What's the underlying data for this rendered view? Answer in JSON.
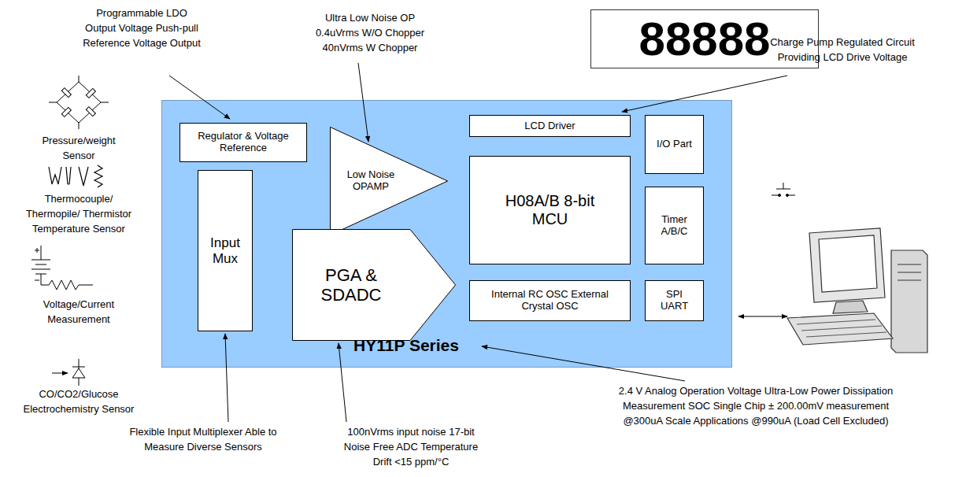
{
  "diagram": {
    "nodes": [
      {
        "text": [
          "88888"
        ]
      },
      {
        "text": [
          "HY11P Series"
        ]
      },
      {
        "text": [
          "Regulator & Voltage Reference"
        ],
        "in": 1
      },
      {
        "text": [
          "Low Noise OPAMP"
        ],
        "in": 1
      },
      {
        "text": [
          "LCD Driver"
        ],
        "in": 1
      },
      {
        "text": [
          "I/O Part"
        ],
        "in": 1
      },
      {
        "text": [
          "Input Mux"
        ],
        "in": 1
      },
      {
        "text": [
          "H08A/B 8-bit MCU"
        ],
        "in": 1
      },
      {
        "text": [
          "Timer A/B/C"
        ],
        "in": 1
      },
      {
        "text": [
          "PGA & SDADC"
        ],
        "in": 1
      },
      {
        "text": [
          "Internal RC OSC External Crystal OSC"
        ],
        "in": 1
      },
      {
        "text": [
          "SPI UART"
        ],
        "in": 1
      }
    ],
    "labels": [
      "Programmable LDO Output Voltage Push-pull Reference Voltage Output",
      "Ultra Low Noise OP 0.4uVrms W/O Chopper 40nVrms W Chopper",
      "Charge Pump Regulated Circuit Providing LCD Drive Voltage",
      "Pressure/weight Sensor",
      "Thermocouple/ Thermopile/ Thermistor Temperature Sensor",
      "Voltage/Current Measurement",
      "CO/CO2/Glucose Electrochemistry Sensor",
      "Flexible Input Multiplexer Able to Measure Diverse Sensors",
      "100nVrms input noise 17-bit Noise Free ADC Temperature Drift <15 ppm/°C",
      "2.4 V Analog Operation Voltage Ultra-Low Power Dissipation Measurement SOC Single Chip ± 200.00mV measurement @300uA Scale Applications @990uA (Load Cell Excluded)"
    ]
  }
}
